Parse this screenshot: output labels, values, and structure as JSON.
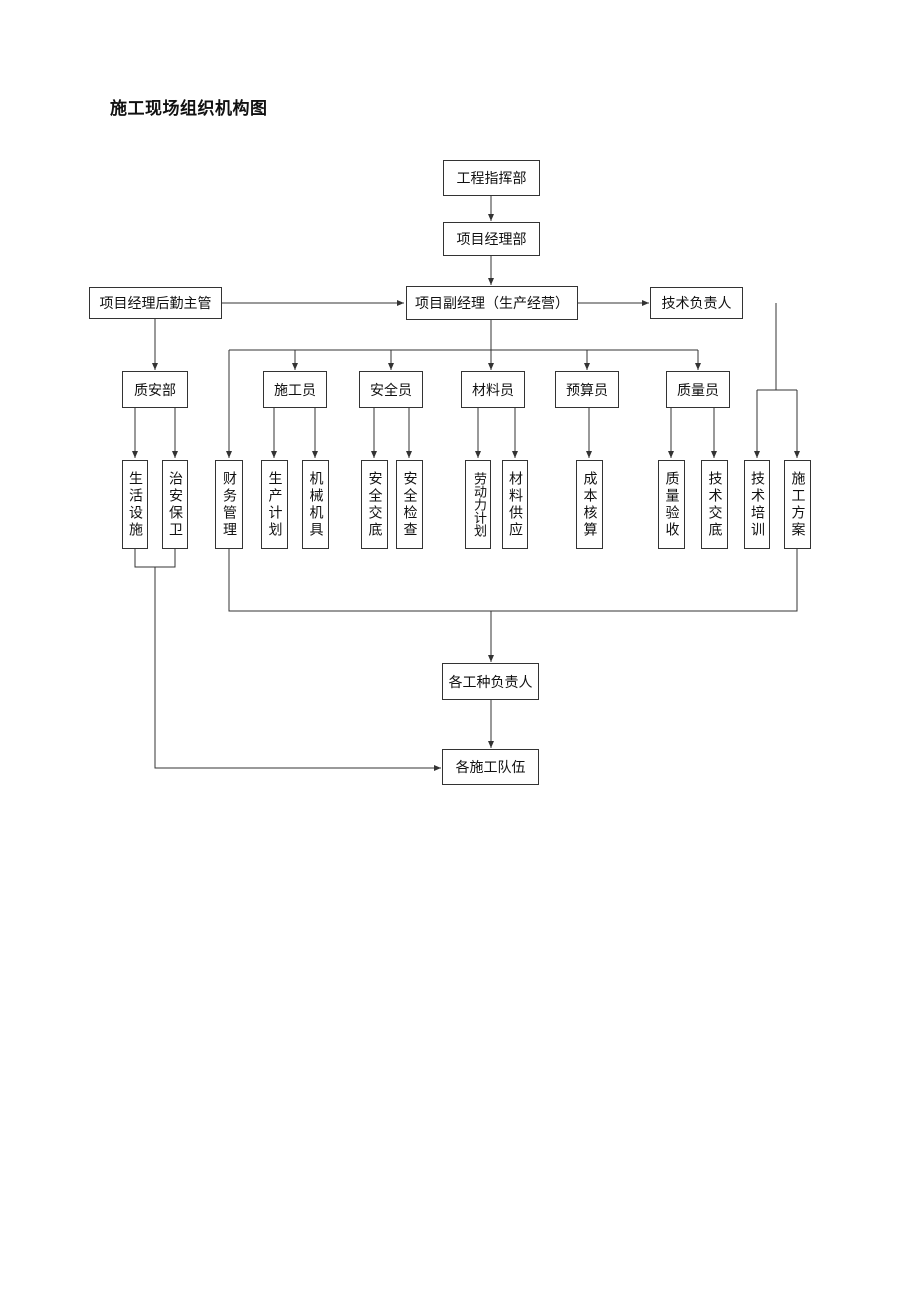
{
  "title": "施工现场组织机构图",
  "nodes": {
    "hq": "工程指挥部",
    "pm_dept": "项目经理部",
    "logistics": "项目经理后勤主管",
    "deputy": "项目副经理（生产经营）",
    "tech_lead": "技术负责人",
    "qa_dept": "质安部",
    "construction": "施工员",
    "safety": "安全员",
    "materials": "材料员",
    "budget": "预算员",
    "quality": "质量员",
    "living": "生活设施",
    "security": "治安保卫",
    "finance": "财务管理",
    "prod_plan": "生产计划",
    "machinery": "机械机具",
    "safety_brief": "安全交底",
    "safety_check": "安全检查",
    "labor_plan": "劳动力计划",
    "material_supply": "材料供应",
    "cost_acct": "成本核算",
    "quality_accept": "质量验收",
    "tech_brief1": "技术交底",
    "tech_train": "技术培训",
    "constr_plan": "施工方案",
    "trade_leads": "各工种负责人",
    "teams": "各施工队伍"
  }
}
